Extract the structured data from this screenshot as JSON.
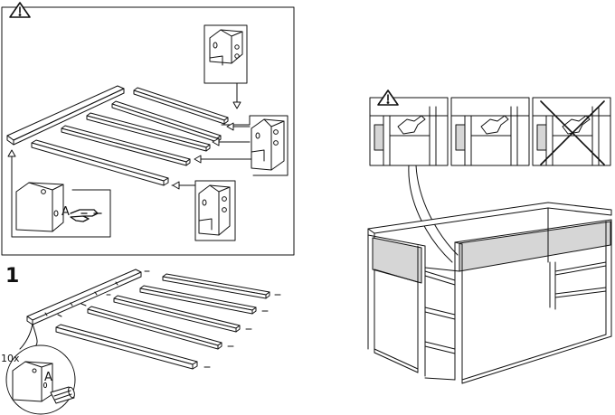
{
  "step_number": "1",
  "quantity_label": "10x",
  "part_label_top": "A",
  "part_label_bottom": "A",
  "warning_symbol": "warning-triangle-icon"
}
